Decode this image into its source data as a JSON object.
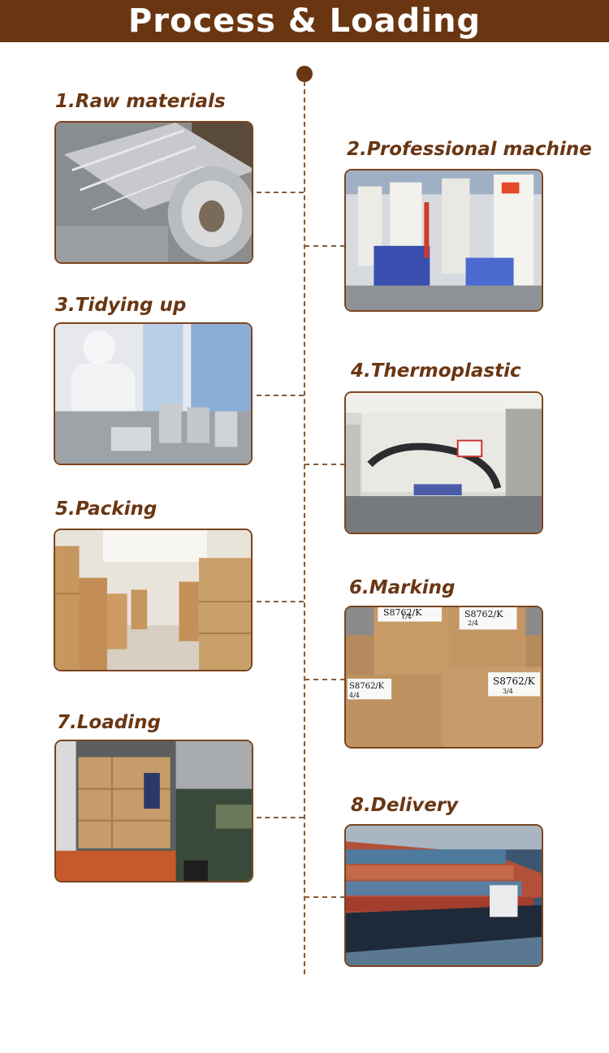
{
  "header": {
    "title": "Process & Loading"
  },
  "steps": [
    {
      "label": "1.Raw materials"
    },
    {
      "label": "2.Professional machine"
    },
    {
      "label": "3.Tidying up"
    },
    {
      "label": "4.Thermoplastic"
    },
    {
      "label": "5.Packing"
    },
    {
      "label": "6.Marking"
    },
    {
      "label": "7.Loading"
    },
    {
      "label": "8.Delivery"
    }
  ],
  "marking_labels": [
    "S8762/K",
    "S8762/K",
    "S8762/K",
    "S8762/K"
  ],
  "marking_counts": [
    "1/4",
    "2/4",
    "4/4",
    "3/4"
  ],
  "colors": {
    "brand": "#6a3612",
    "dashed": "#8a5a35"
  }
}
